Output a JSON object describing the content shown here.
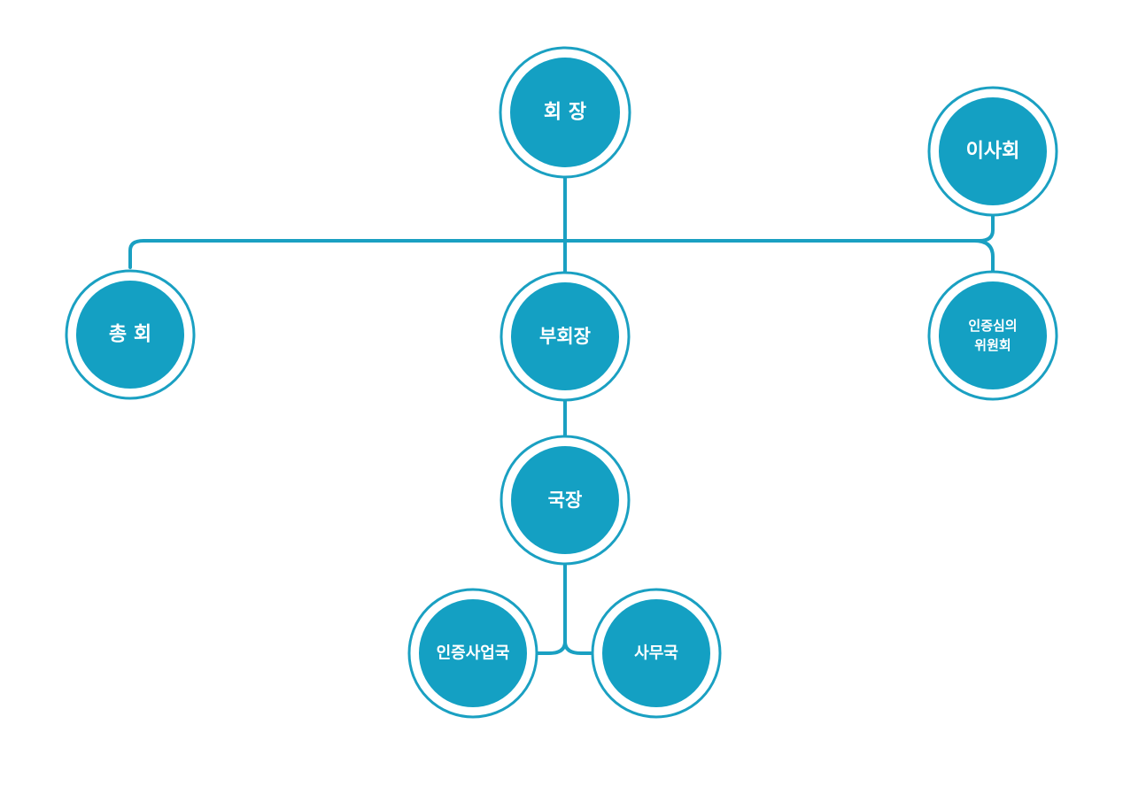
{
  "colors": {
    "accent": "#14a0c3",
    "line": "#1aa0c2",
    "background": "#ffffff"
  },
  "nodes": {
    "chairman": "회 장",
    "board": "이사회",
    "general_assembly": "총 회",
    "vice_chairman": "부회장",
    "certification_committee_line1": "인증심의",
    "certification_committee_line2": "위원회",
    "director": "국장",
    "certification_bureau": "인증사업국",
    "secretariat": "사무국"
  }
}
